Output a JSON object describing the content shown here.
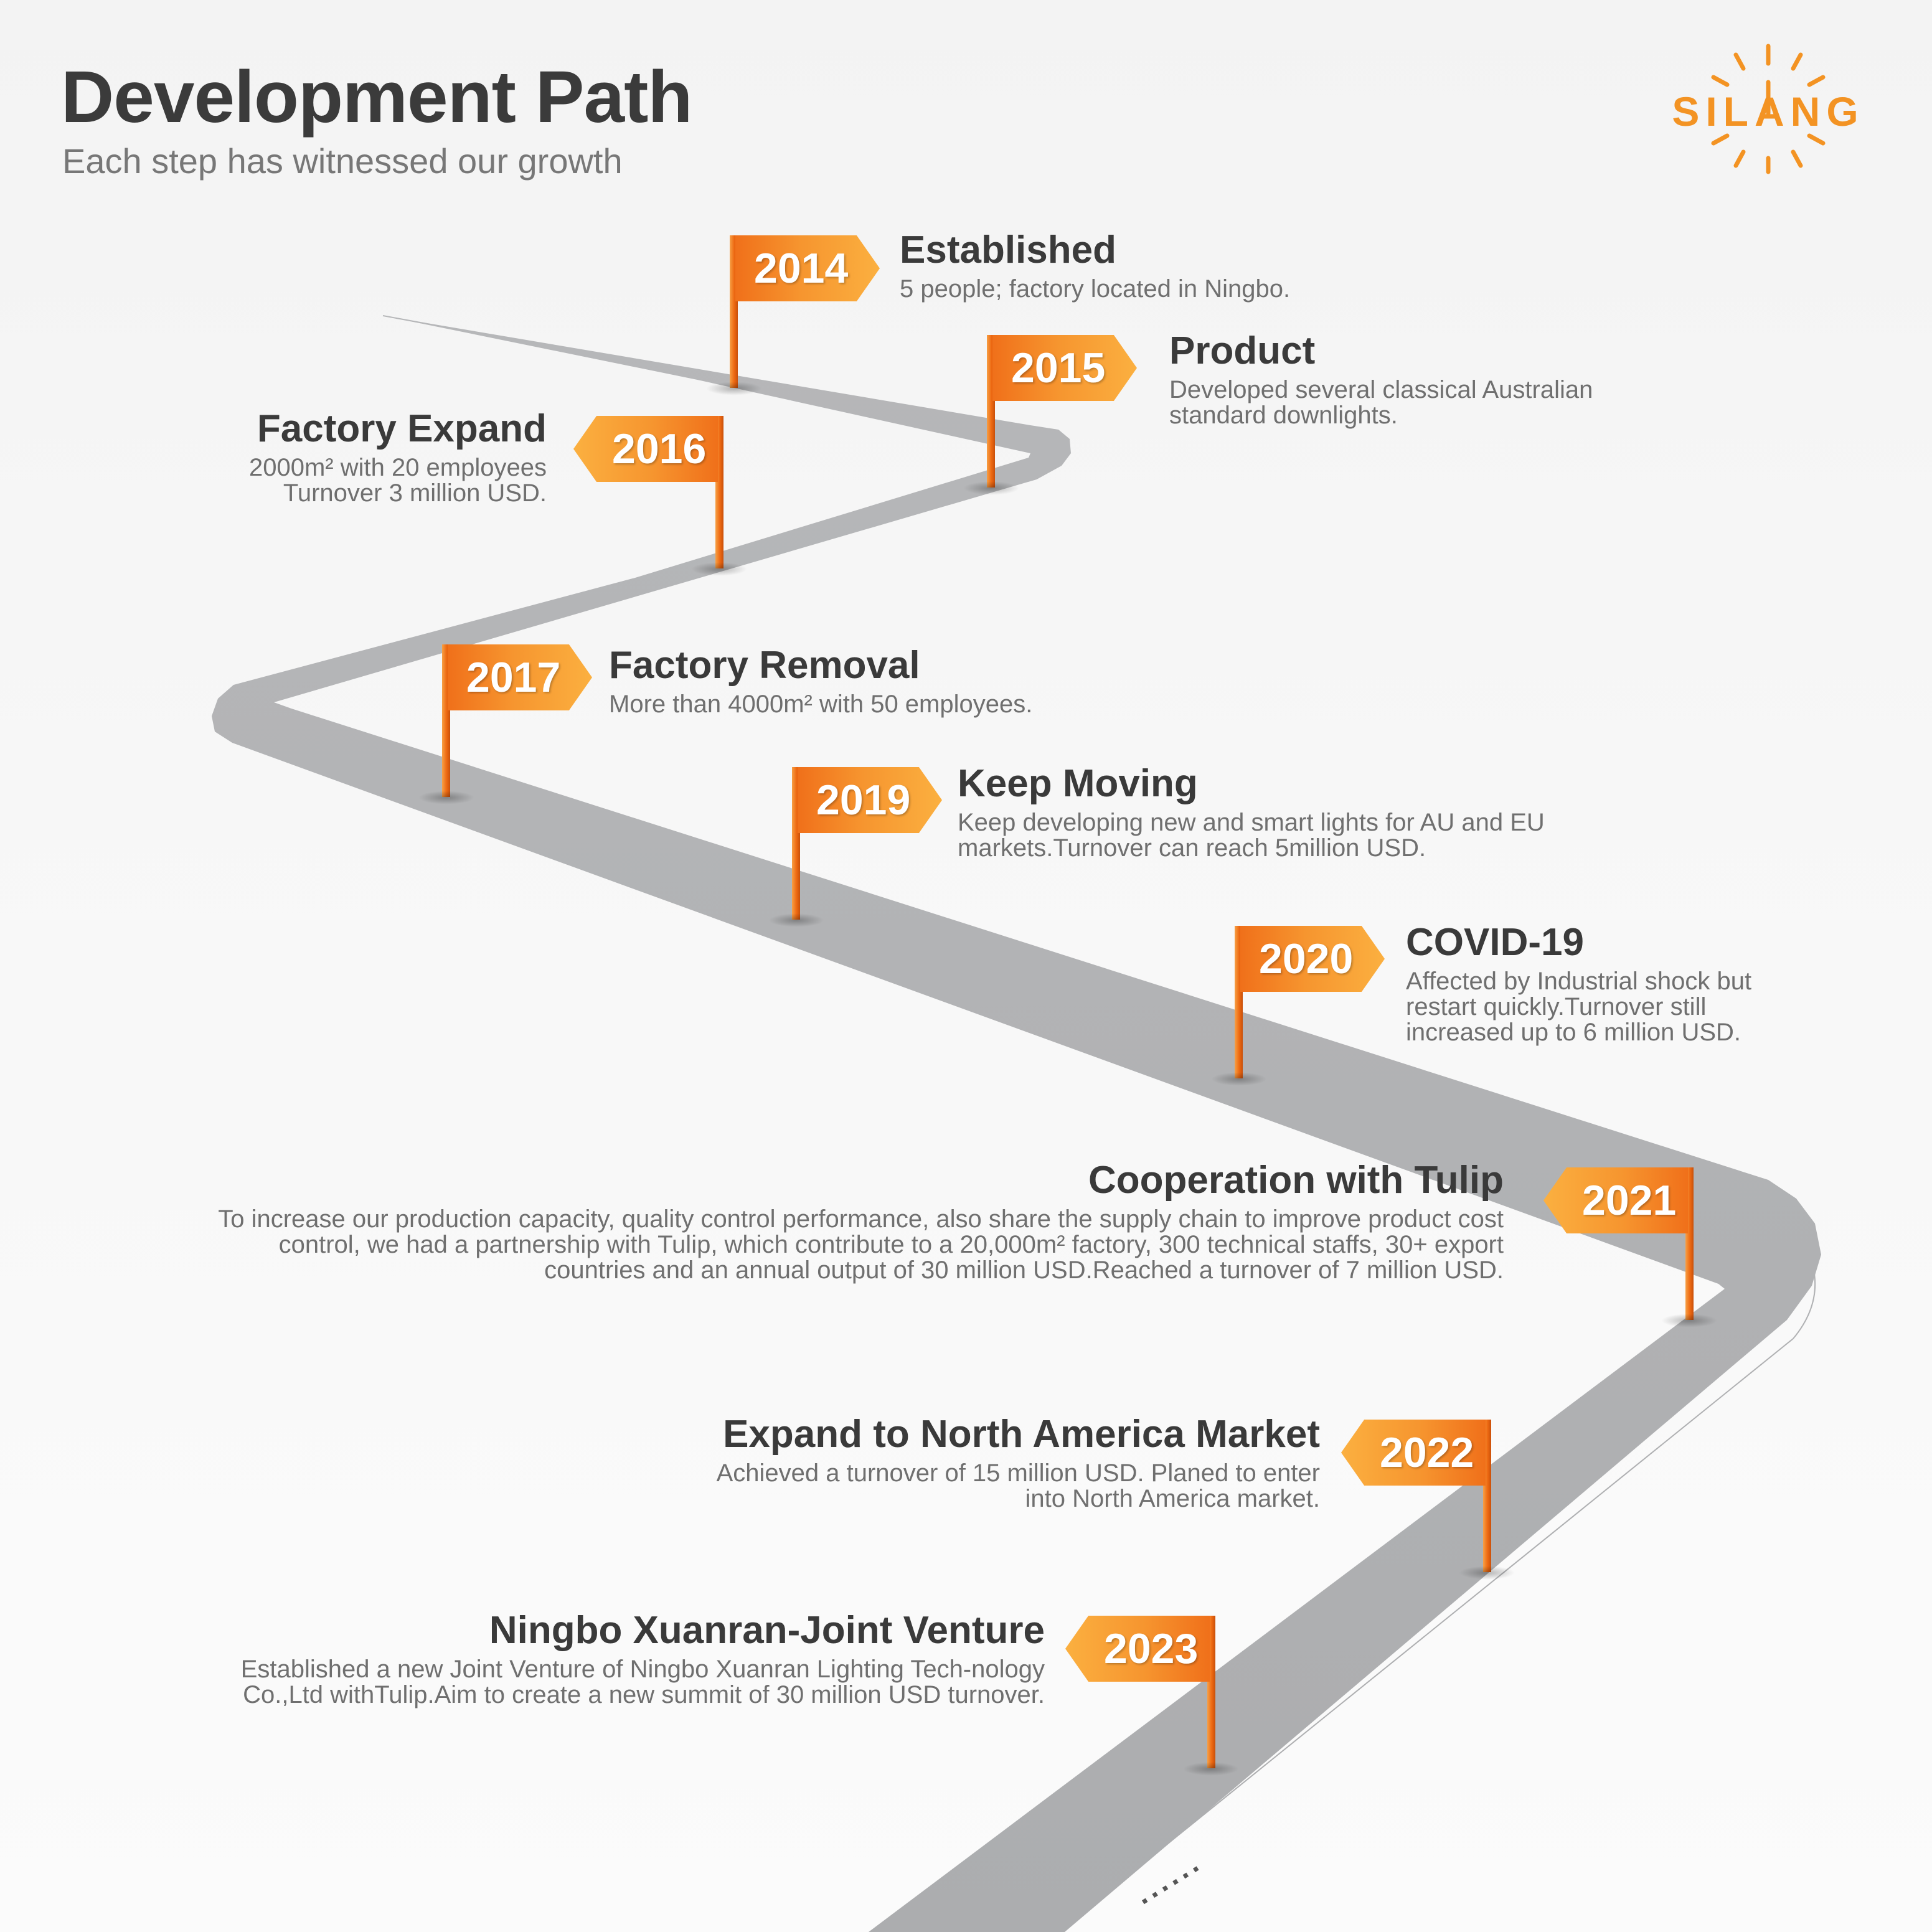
{
  "header": {
    "title": "Development Path",
    "subtitle": "Each step has witnessed our growth"
  },
  "brand": {
    "name": "SILANG",
    "accent_color": "#f39323",
    "logo_icon": "sun-clock-logo-icon"
  },
  "road": {
    "color": "#b1b2b4",
    "continuation_marker": "......"
  },
  "milestones": [
    {
      "year": "2014",
      "title": "Established",
      "description": "5 people; factory located in Ningbo."
    },
    {
      "year": "2015",
      "title": "Product",
      "description": "Developed several classical Australian standard downlights."
    },
    {
      "year": "2016",
      "title": "Factory Expand",
      "description": "2000m² with 20 employees Turnover 3 million USD."
    },
    {
      "year": "2017",
      "title": "Factory Removal",
      "description": "More than 4000m² with 50 employees."
    },
    {
      "year": "2019",
      "title": "Keep Moving",
      "description": "Keep developing new and smart lights for AU and EU markets.Turnover can reach 5million USD."
    },
    {
      "year": "2020",
      "title": "COVID-19",
      "description": "Affected by Industrial shock but restart quickly.Turnover still increased up to 6 million USD."
    },
    {
      "year": "2021",
      "title": "Cooperation with Tulip",
      "description": "To increase our production capacity, quality control performance, also share the supply chain to improve product cost control, we had a partnership with Tulip, which contribute to a 20,000m² factory, 300 technical staffs, 30+ export countries and an annual output of 30 million USD.Reached a turnover of 7 million USD."
    },
    {
      "year": "2022",
      "title": "Expand to North America Market",
      "description": "Achieved a turnover of 15 million USD. Planed to enter into North America market."
    },
    {
      "year": "2023",
      "title": "Ningbo Xuanran-Joint Venture",
      "description": "Established a new Joint Venture of Ningbo Xuanran Lighting Tech-nology Co.,Ltd withTulip.Aim to create a new summit of 30 million USD turnover."
    }
  ]
}
